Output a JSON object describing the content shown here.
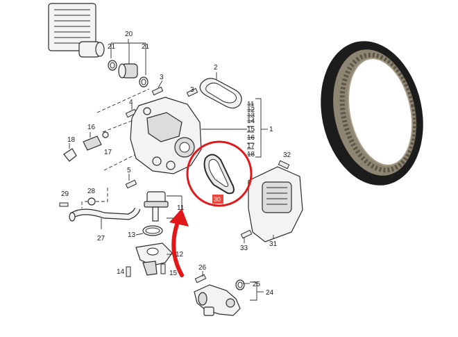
{
  "diagram": {
    "callouts": {
      "c1": "1",
      "c2": "2",
      "c3": "3",
      "c4": "4",
      "c5": "5",
      "c11": "11",
      "c11b": "11",
      "c12": "12",
      "c13": "13",
      "c14": "14",
      "c14b": "14",
      "c15": "15",
      "c15b": "15",
      "c16": "16",
      "c16b": "16",
      "c17": "17",
      "c17b": "17",
      "c18": "18",
      "c18b": "18",
      "c20": "20",
      "c21": "21",
      "c21b": "21",
      "c24": "24",
      "c25": "25",
      "c26": "26",
      "c27": "27",
      "c28": "28",
      "c29": "29",
      "c30": "30",
      "c31": "31",
      "c32": "32",
      "c33": "33",
      "c13b": "13"
    },
    "highlight_color": "#e0181a",
    "badge_color": "#e8453c"
  },
  "photo": {
    "subject": "toothed-belt-icon"
  }
}
